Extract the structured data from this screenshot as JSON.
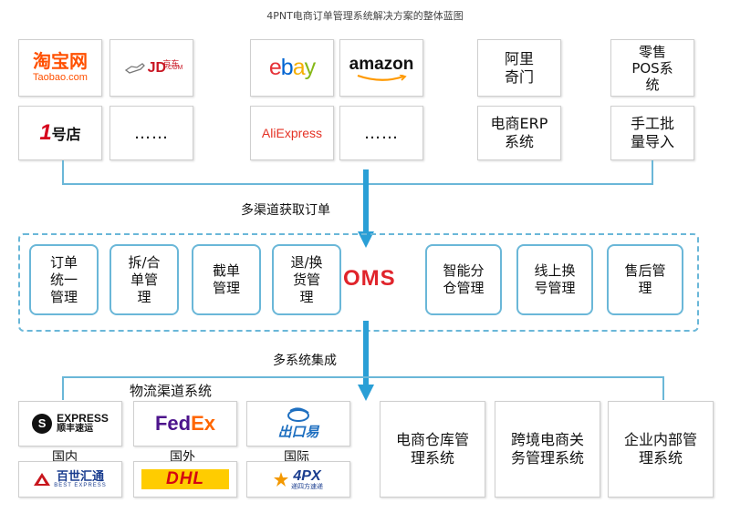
{
  "title": "4PNT电商订单管理系统解决方案的整体蓝图",
  "sources": {
    "taobao": {
      "cn": "淘宝网",
      "en": "Taobao.com"
    },
    "jd": {
      "main": "JD",
      "suffix": ".COM",
      "cn": "京东"
    },
    "yhd": {
      "num": "1",
      "cn": "号店"
    },
    "ebay": [
      "e",
      "b",
      "a",
      "y"
    ],
    "amazon": "amazon",
    "aliexpress": "AliExpress",
    "more1": "……",
    "more2": "……",
    "alibaba_qimen": "阿里\n奇门",
    "pos": "零售\nPOS系\n统",
    "erp": "电商ERP\n系统",
    "manual": "手工批\n量导入"
  },
  "label_channels": "多渠道获取订单",
  "oms": {
    "center": "OMS",
    "modules": [
      "订单\n统一\n管理",
      "拆/合\n单管\n理",
      "截单\n管理",
      "退/换\n货管\n理",
      "智能分\n仓管理",
      "线上换\n号管理",
      "售后管\n理"
    ]
  },
  "label_integration": "多系统集成",
  "logistics": {
    "title": "物流渠道系统",
    "cat_domestic": "国内",
    "cat_foreign": "国外",
    "cat_intl": "国际",
    "sf": {
      "en": "EXPRESS",
      "cn": "顺丰速运",
      "mark": "S"
    },
    "fedex": {
      "fed": "Fed",
      "ex": "Ex"
    },
    "chukou1": {
      "cn": "出口易"
    },
    "best": {
      "cn": "百世汇通",
      "en": "BEST EXPRESS"
    },
    "dhl": "DHL",
    "fourpx": {
      "main": "4PX",
      "cn": "递四方速递"
    }
  },
  "systems": [
    "电商仓库管\n理系统",
    "跨境电商关\n务管理系统",
    "企业内部管\n理系统"
  ],
  "colors": {
    "accent": "#6ab7d8",
    "oms": "#e0242b"
  }
}
